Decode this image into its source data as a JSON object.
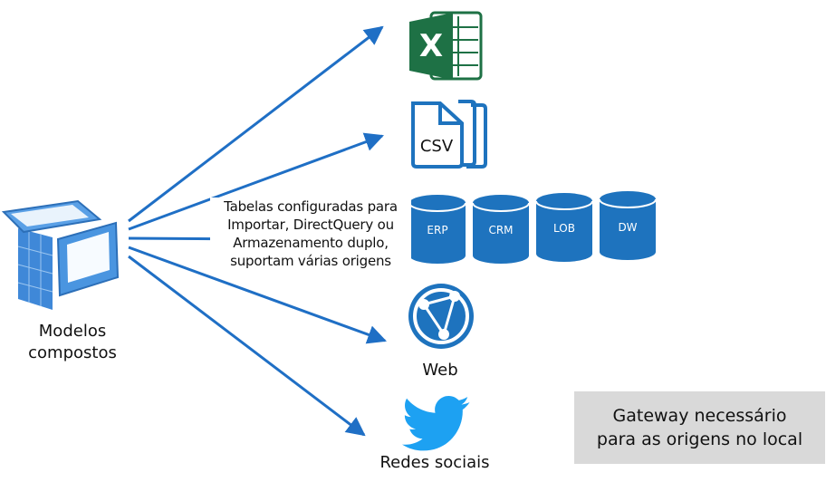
{
  "composite": {
    "label_line1": "Modelos",
    "label_line2": "compostos"
  },
  "caption": {
    "line1": "Tabelas configuradas para",
    "line2": "Importar, DirectQuery ou",
    "line3": "Armazenamento duplo,",
    "line4": "suportam várias origens"
  },
  "sources": {
    "excel_letter": "X",
    "csv_label": "CSV",
    "databases": [
      "ERP",
      "CRM",
      "LOB",
      "DW"
    ],
    "web_label": "Web",
    "social_label": "Redes sociais"
  },
  "note": {
    "line1": "Gateway necessário",
    "line2": "para as origens no local"
  },
  "colors": {
    "arrow": "#1f6fc5",
    "excel_green": "#1e7145",
    "accent_blue": "#1e73be",
    "twitter_blue": "#1da1f2",
    "note_bg": "#d9d9d9"
  }
}
